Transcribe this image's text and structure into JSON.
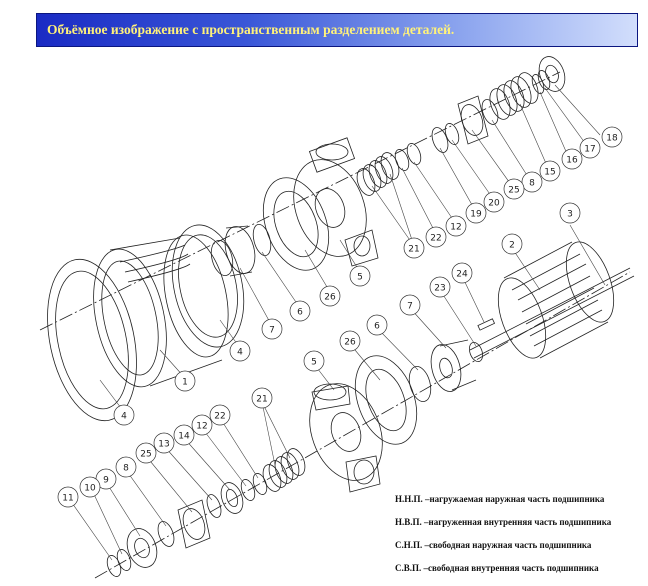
{
  "title": "Объёмное изображение с пространственным разделением деталей.",
  "legend": [
    "Н.Н.П. –нагружаемая наружная часть подшипника",
    "Н.В.П. –нагруженная внутренняя часть подшипника",
    "С.Н.П. –свободная наружная часть подшипника",
    "С.В.П. –свободная внутренняя часть подшипника"
  ],
  "callouts": {
    "c3": "3",
    "c2": "2",
    "c18": "18",
    "c17": "17",
    "c16": "16",
    "c15": "15",
    "c8a": "8",
    "c25a": "25",
    "c20": "20",
    "c19": "19",
    "c12a": "12",
    "c22a": "22",
    "c21a": "21",
    "c5a": "5",
    "c26a": "26",
    "c6a": "6",
    "c7a": "7",
    "c4a": "4",
    "c1": "1",
    "c4b": "4",
    "c24": "24",
    "c23": "23",
    "c7b": "7",
    "c6b": "6",
    "c26b": "26",
    "c5b": "5",
    "c21b": "21",
    "c22b": "22",
    "c12b": "12",
    "c14": "14",
    "c13": "13",
    "c25b": "25",
    "c8b": "8",
    "c9": "9",
    "c10": "10",
    "c11": "11"
  }
}
